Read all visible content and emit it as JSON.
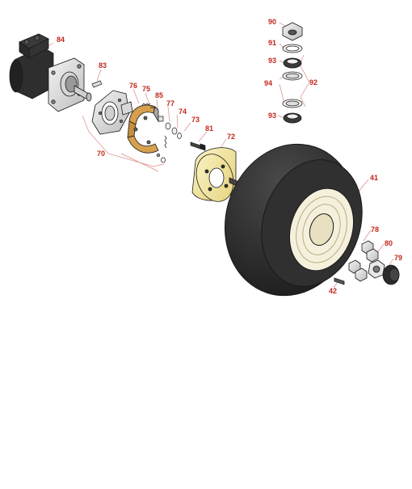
{
  "diagram": {
    "callouts": [
      {
        "key": "c84",
        "text": "84"
      },
      {
        "key": "c83",
        "text": "83"
      },
      {
        "key": "c76",
        "text": "76"
      },
      {
        "key": "c75",
        "text": "75"
      },
      {
        "key": "c85",
        "text": "85"
      },
      {
        "key": "c77",
        "text": "77"
      },
      {
        "key": "c74",
        "text": "74"
      },
      {
        "key": "c73",
        "text": "73"
      },
      {
        "key": "c81",
        "text": "81"
      },
      {
        "key": "c72",
        "text": "72"
      },
      {
        "key": "c70",
        "text": "70"
      },
      {
        "key": "c90",
        "text": "90"
      },
      {
        "key": "c91",
        "text": "91"
      },
      {
        "key": "c93a",
        "text": "93"
      },
      {
        "key": "c94",
        "text": "94"
      },
      {
        "key": "c92",
        "text": "92"
      },
      {
        "key": "c93b",
        "text": "93"
      },
      {
        "key": "c41",
        "text": "41"
      },
      {
        "key": "c78",
        "text": "78"
      },
      {
        "key": "c80",
        "text": "80"
      },
      {
        "key": "c79",
        "text": "79"
      },
      {
        "key": "c42",
        "text": "42"
      }
    ],
    "colors": {
      "callout_text": "#c0281c",
      "leader": "#d98a82",
      "tire": "#2b2b2b",
      "hub": "#f3e7a2",
      "shoe_lining": "#d7a04d",
      "metal_light": "#e6e6e6",
      "outline": "#1a1a1a"
    }
  }
}
